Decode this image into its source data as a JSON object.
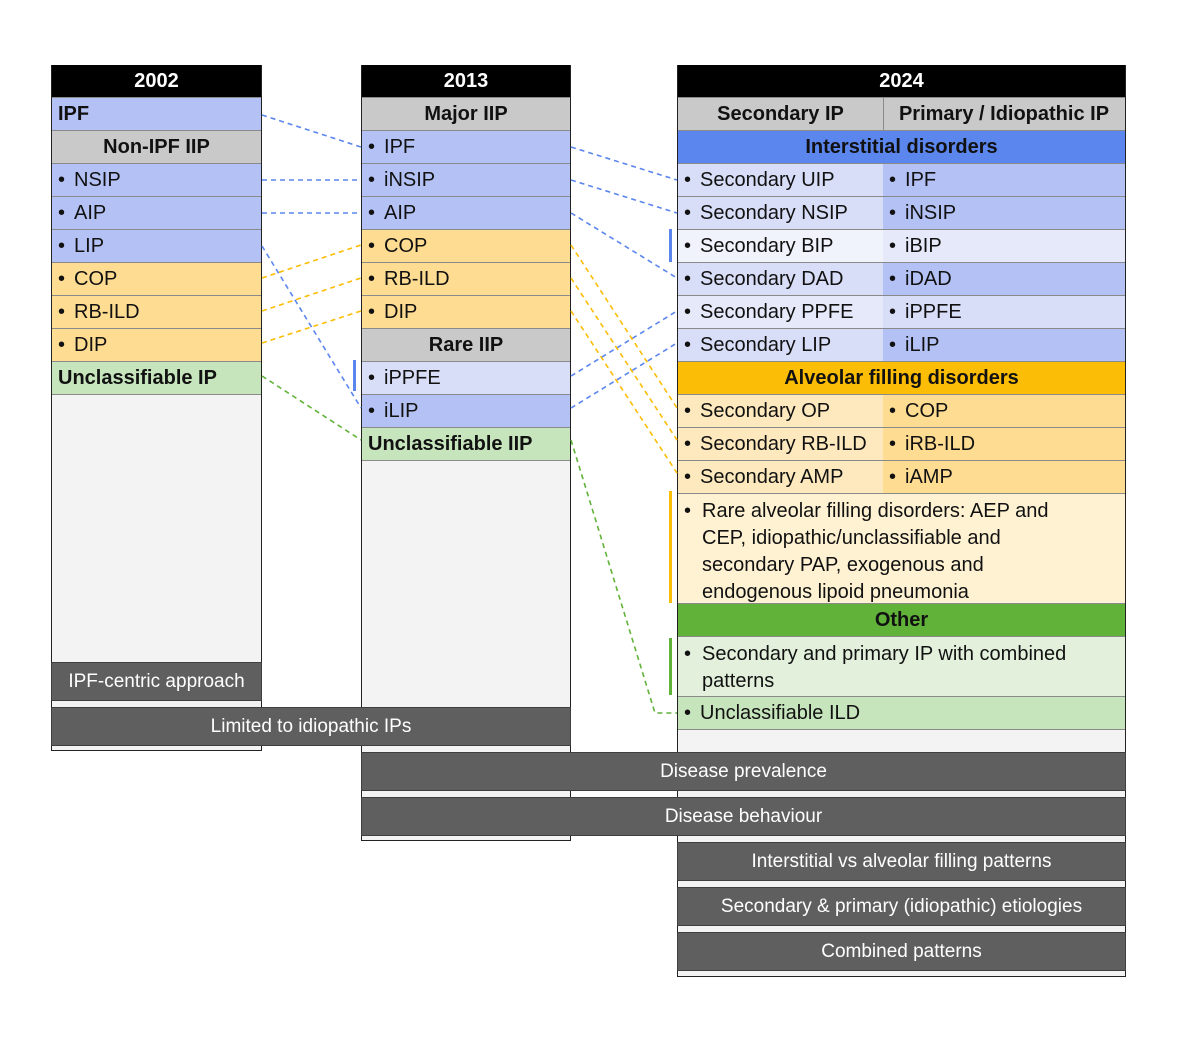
{
  "col2002": {
    "year": "2002",
    "ipf": "IPF",
    "nonipf": "Non-IPF IIP",
    "items": [
      "NSIP",
      "AIP",
      "LIP",
      "COP",
      "RB-ILD",
      "DIP"
    ],
    "unclass": "Unclassifiable IP"
  },
  "col2013": {
    "year": "2013",
    "major": "Major IIP",
    "major_items": [
      "IPF",
      "iNSIP",
      "AIP",
      "COP",
      "RB-ILD",
      "DIP"
    ],
    "rare": "Rare IIP",
    "rare_items": [
      "iPPFE",
      "iLIP"
    ],
    "unclass": "Unclassifiable IIP"
  },
  "col2024": {
    "year": "2024",
    "sec_header": "Secondary IP",
    "prim_header": "Primary / Idiopathic IP",
    "interstitial": "Interstitial disorders",
    "inter_rows": [
      {
        "sec": "Secondary UIP",
        "prim": "IPF"
      },
      {
        "sec": "Secondary NSIP",
        "prim": "iNSIP"
      },
      {
        "sec": "Secondary BIP",
        "prim": "iBIP"
      },
      {
        "sec": "Secondary DAD",
        "prim": "iDAD"
      },
      {
        "sec": "Secondary PPFE",
        "prim": "iPPFE"
      },
      {
        "sec": "Secondary LIP",
        "prim": "iLIP"
      }
    ],
    "alveolar": "Alveolar filling disorders",
    "alv_rows": [
      {
        "sec": "Secondary OP",
        "prim": "COP"
      },
      {
        "sec": "Secondary RB-ILD",
        "prim": "iRB-ILD"
      },
      {
        "sec": "Secondary AMP",
        "prim": "iAMP"
      }
    ],
    "rare_alv_lines": [
      "Rare alveolar filling disorders: AEP and",
      "CEP, idiopathic/unclassifiable and",
      "secondary PAP, exogenous and",
      "endogenous lipoid pneumonia"
    ],
    "other": "Other",
    "combined_lines": [
      "Secondary and primary IP with combined",
      "patterns"
    ],
    "unclass": "Unclassifiable ILD"
  },
  "bars": {
    "ipf_centric": "IPF-centric approach",
    "limited": "Limited to idiopathic IPs",
    "prevalence": "Disease prevalence",
    "behaviour": "Disease behaviour",
    "inter_vs_alv": "Interstitial vs alveolar filling patterns",
    "sec_prim": "Secondary & primary (idiopathic) etiologies",
    "combined": "Combined patterns"
  },
  "colors": {
    "blue": "#b3c1f4",
    "yellow": "#fedc91",
    "green": "#c7e5bd",
    "interstitial_header": "#5b86ee",
    "alveolar_header": "#fcbd06",
    "other_header": "#61b239",
    "grey_bar": "#5f5f5f"
  }
}
